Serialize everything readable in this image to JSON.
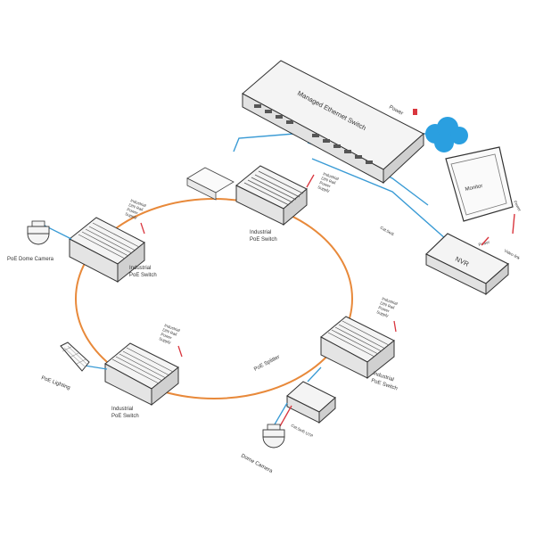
{
  "colors": {
    "ring": "#e8893a",
    "cable_blue": "#3a9bd5",
    "cable_red": "#d9363e",
    "cloud": "#2a9fe0",
    "outline": "#333333",
    "device_fill": "#f4f4f4"
  },
  "switch": {
    "title": "Managed Ethernet Switch",
    "power": "Power"
  },
  "monitor": {
    "title": "Monitor",
    "power": "Power"
  },
  "nvr": {
    "title": "NVR",
    "power": "Power",
    "video_link": "Video link"
  },
  "cable": {
    "main": "Cat.5e/6"
  },
  "nodes": {
    "top": {
      "name_l1": "Industrial",
      "name_l2": "PoE Switch",
      "psu_l1": "Industrial",
      "psu_l2": "DIN Rail",
      "psu_l3": "Power",
      "psu_l4": "Supply"
    },
    "left": {
      "name_l1": "Industrial",
      "name_l2": "PoE Switch",
      "psu_l1": "Industrial",
      "psu_l2": "DIN Rail",
      "psu_l3": "Power",
      "psu_l4": "Supply"
    },
    "bottom_left": {
      "name_l1": "Industrial",
      "name_l2": "PoE Switch",
      "psu_l1": "Industrial",
      "psu_l2": "DIN Rail",
      "psu_l3": "Power",
      "psu_l4": "Supply"
    },
    "right": {
      "name_l1": "Industrial",
      "name_l2": "PoE Switch",
      "psu_l1": "Industrial",
      "psu_l2": "DIN Rail",
      "psu_l3": "Power",
      "psu_l4": "Supply"
    }
  },
  "endpoints": {
    "dome_left": "PoE Dome Camera",
    "lighting": "PoE Lighting",
    "splitter": "PoE Splitter",
    "splitter_cable": "Cat.5e/6 UTP",
    "dome_bottom": "Dome Camera"
  }
}
